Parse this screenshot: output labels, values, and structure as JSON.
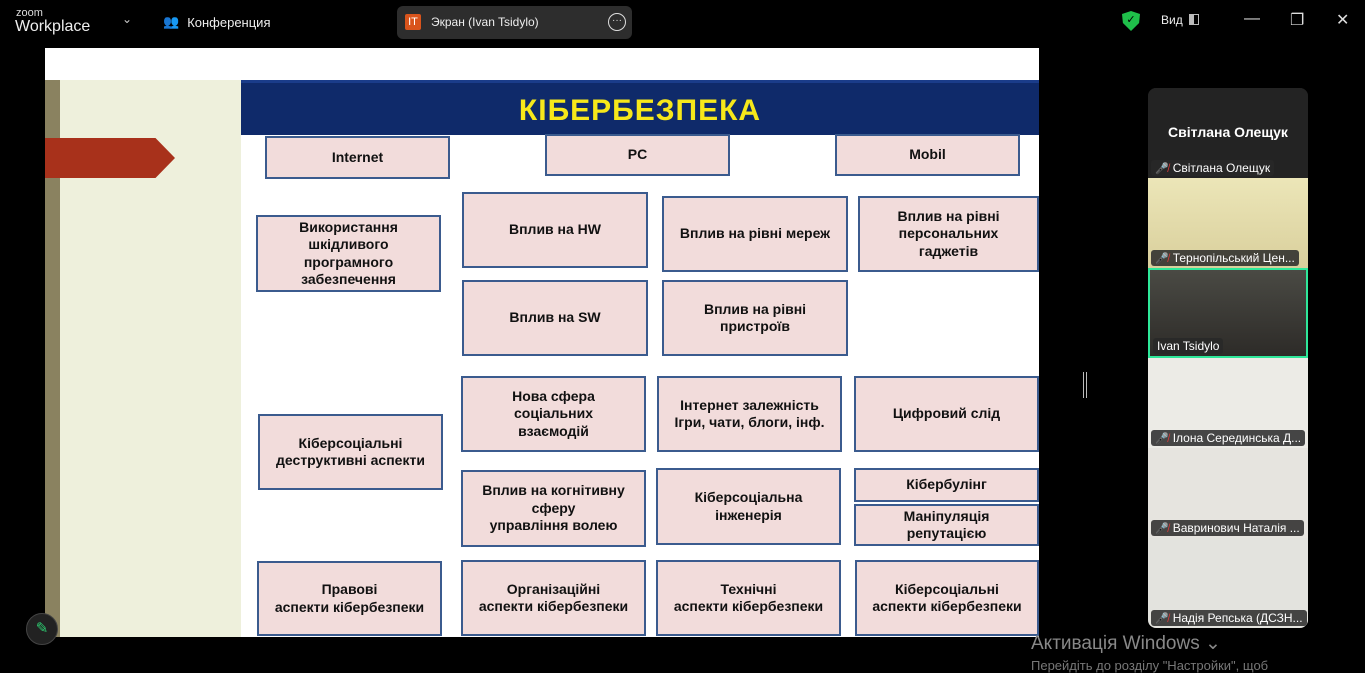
{
  "app": {
    "logo_small": "zoom",
    "logo_big": "Workplace",
    "meeting_label": "Конференция",
    "share_initials": "IT",
    "share_label": "Экран (Ivan Tsidylo)",
    "view_label": "Вид"
  },
  "slide": {
    "title": "КІБЕРБЕЗПЕКА",
    "boxes": [
      "Internet",
      "PC",
      "Mobil",
      "Використання\nшкідливого\nпрограмного\nзабезпечення",
      "Вплив на HW",
      "Вплив на рівні мереж",
      "Вплив на рівні\nперсональних\nгаджетів",
      "Вплив на SW",
      "Вплив на рівні\nпристроїв",
      "Кіберсоціальні\nдеструктивні аспекти",
      "Нова сфера\nсоціальних\nвзаємодій",
      "Інтернет залежність\nІгри, чати, блоги, інф.",
      "Цифровий слід",
      "Вплив на когнітивну\nсферу\nуправління волею",
      "Кіберсоціальна\nінженерія",
      "Кібербулінг",
      "Маніпуляція\nрепутацією",
      "Правові\nаспекти кібербезпеки",
      "Організаційні\nаспекти кібербезпеки",
      "Технічні\nаспекти кібербезпеки",
      "Кіберсоціальні\nаспекти кібербезпеки"
    ]
  },
  "participants": {
    "header_name": "Світлана Олещук",
    "list": [
      "Світлана Олещук",
      "Тернопільський Цен...",
      "Ivan Tsidylo",
      "Ілона Серединська Д...",
      "Вавринович Наталія ...",
      "Надія Репська (ДСЗН..."
    ]
  },
  "windows": {
    "activation_title": "Активація Windows",
    "activation_sub": "Перейдіть до розділу \"Настройки\", щоб"
  },
  "colors": {
    "title_band": "#0f2a6a",
    "title_text": "#f7e81a",
    "box_fill": "#f2dcdb",
    "active_speaker": "#2ee89a"
  }
}
